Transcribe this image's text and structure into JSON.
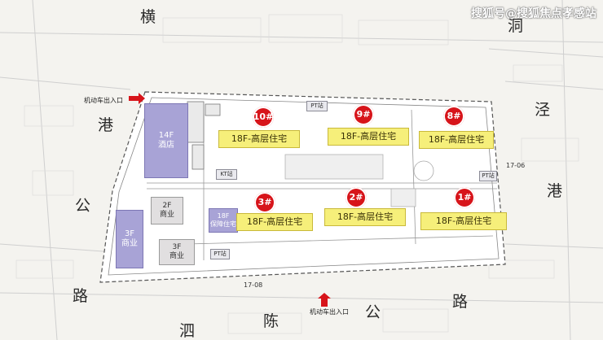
{
  "watermark": "搜狐号@搜狐焦点孝感站",
  "roads": {
    "north_top": "横",
    "north_right": "洞",
    "east_1": "泾",
    "east_2": "港",
    "west_1": "港",
    "west_2": "公",
    "west_3": "路",
    "south_1": "泗",
    "south_2": "陈",
    "south_3": "公",
    "south_4": "路"
  },
  "entrances": {
    "west": "机动车出入口",
    "south": "机动车出入口"
  },
  "lot_codes": {
    "east": "17-06",
    "south": "17-08"
  },
  "towers": [
    {
      "id": "t10",
      "badge": "10#",
      "label": "18F-高层住宅"
    },
    {
      "id": "t9",
      "badge": "9#",
      "label": "18F-高层住宅"
    },
    {
      "id": "t8",
      "badge": "8#",
      "label": "18F-高层住宅"
    },
    {
      "id": "t3",
      "badge": "3#",
      "label": "18F-高层住宅"
    },
    {
      "id": "t2",
      "badge": "2#",
      "label": "18F-高层住宅"
    },
    {
      "id": "t1",
      "badge": "1#",
      "label": "18F-高层住宅"
    }
  ],
  "buildings": {
    "hotel": {
      "floors": "14F",
      "use": "酒店"
    },
    "commercial_west": {
      "floors": "3F",
      "use": "商业"
    },
    "commercial_2f": {
      "floors": "2F",
      "use": "商业"
    },
    "commercial_3f": {
      "floors": "3F",
      "use": "商业"
    },
    "affordable": {
      "floors": "18F",
      "use": "保障住宅"
    }
  },
  "stations": {
    "pt_north": "PT站",
    "kt": "KT站",
    "pt_east": "PT站",
    "pt_south": "PT站"
  },
  "colors": {
    "tower": "#f6ef7a",
    "badge": "#d7141a",
    "hotel": "#a8a3d6",
    "arrow": "#d7141a"
  }
}
